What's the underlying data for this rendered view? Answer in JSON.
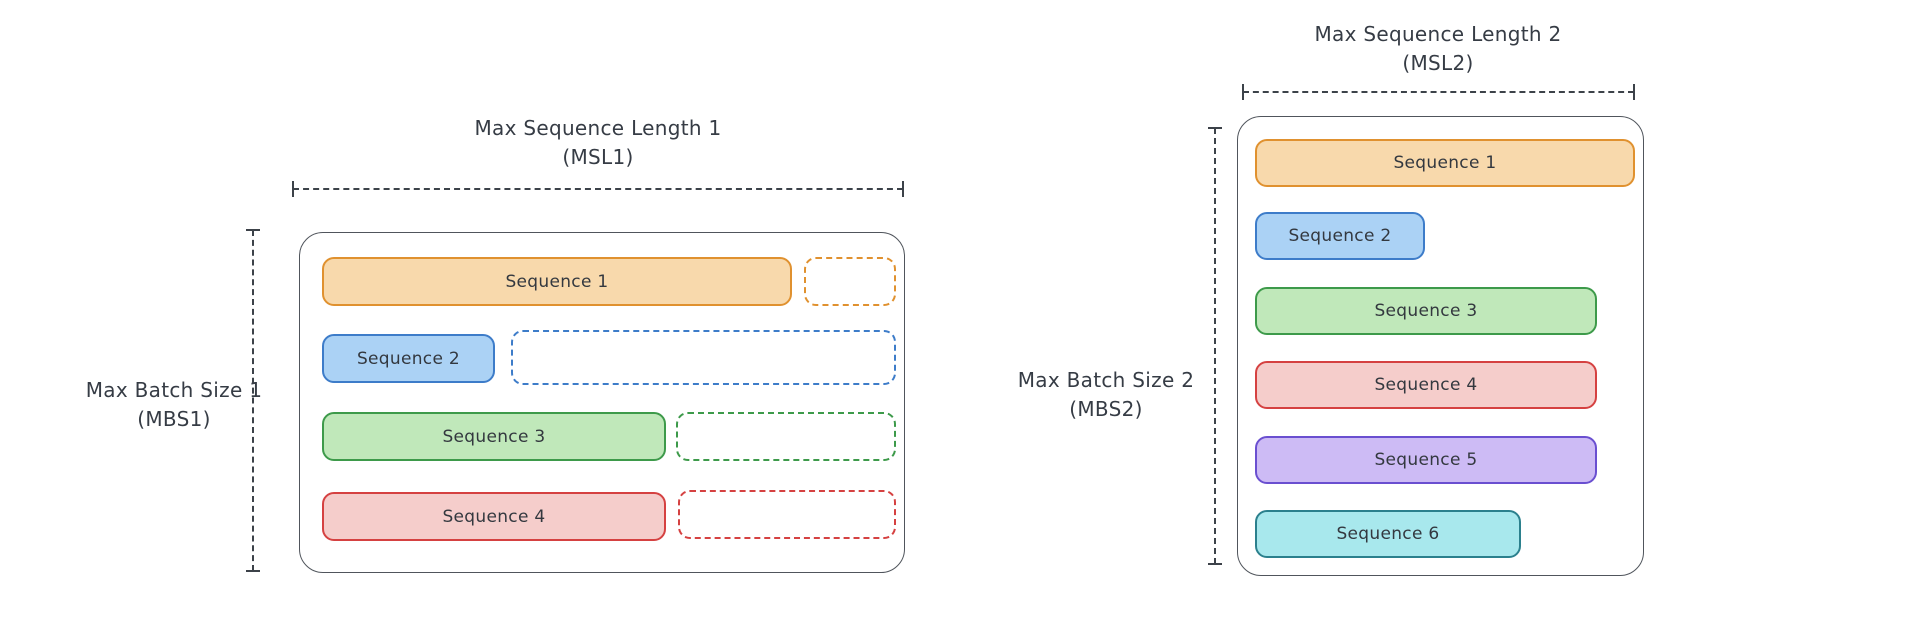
{
  "left_diagram": {
    "seq_length_label": "Max Sequence Length 1",
    "seq_length_abbrev": "(MSL1)",
    "batch_size_label": "Max Batch Size 1",
    "batch_size_abbrev": "(MBS1)",
    "sequences": [
      {
        "label": "Sequence 1",
        "fill": "#f8d9ac",
        "stroke": "#e0912f",
        "has_padding_box": true
      },
      {
        "label": "Sequence 2",
        "fill": "#abd2f5",
        "stroke": "#3d7cc9",
        "has_padding_box": true
      },
      {
        "label": "Sequence 3",
        "fill": "#c0e8ba",
        "stroke": "#3d9a4a",
        "has_padding_box": true
      },
      {
        "label": "Sequence 4",
        "fill": "#f5cdcb",
        "stroke": "#d54141",
        "has_padding_box": true
      }
    ]
  },
  "right_diagram": {
    "seq_length_label": "Max Sequence Length 2",
    "seq_length_abbrev": "(MSL2)",
    "batch_size_label": "Max Batch Size 2",
    "batch_size_abbrev": "(MBS2)",
    "sequences": [
      {
        "label": "Sequence 1",
        "fill": "#f8d9ac",
        "stroke": "#e0912f",
        "has_padding_box": false
      },
      {
        "label": "Sequence 2",
        "fill": "#abd2f5",
        "stroke": "#3d7cc9",
        "has_padding_box": false
      },
      {
        "label": "Sequence 3",
        "fill": "#c0e8ba",
        "stroke": "#3d9a4a",
        "has_padding_box": false
      },
      {
        "label": "Sequence 4",
        "fill": "#f5cdcb",
        "stroke": "#d54141",
        "has_padding_box": false
      },
      {
        "label": "Sequence 5",
        "fill": "#cdbbf5",
        "stroke": "#6a4fd0",
        "has_padding_box": false
      },
      {
        "label": "Sequence 6",
        "fill": "#a8e8ed",
        "stroke": "#2b808d",
        "has_padding_box": false
      }
    ]
  },
  "colors": {
    "text": "#363c45",
    "dimension_lines": "#3c4249",
    "container_border": "#50555c",
    "background": "#ffffff"
  }
}
